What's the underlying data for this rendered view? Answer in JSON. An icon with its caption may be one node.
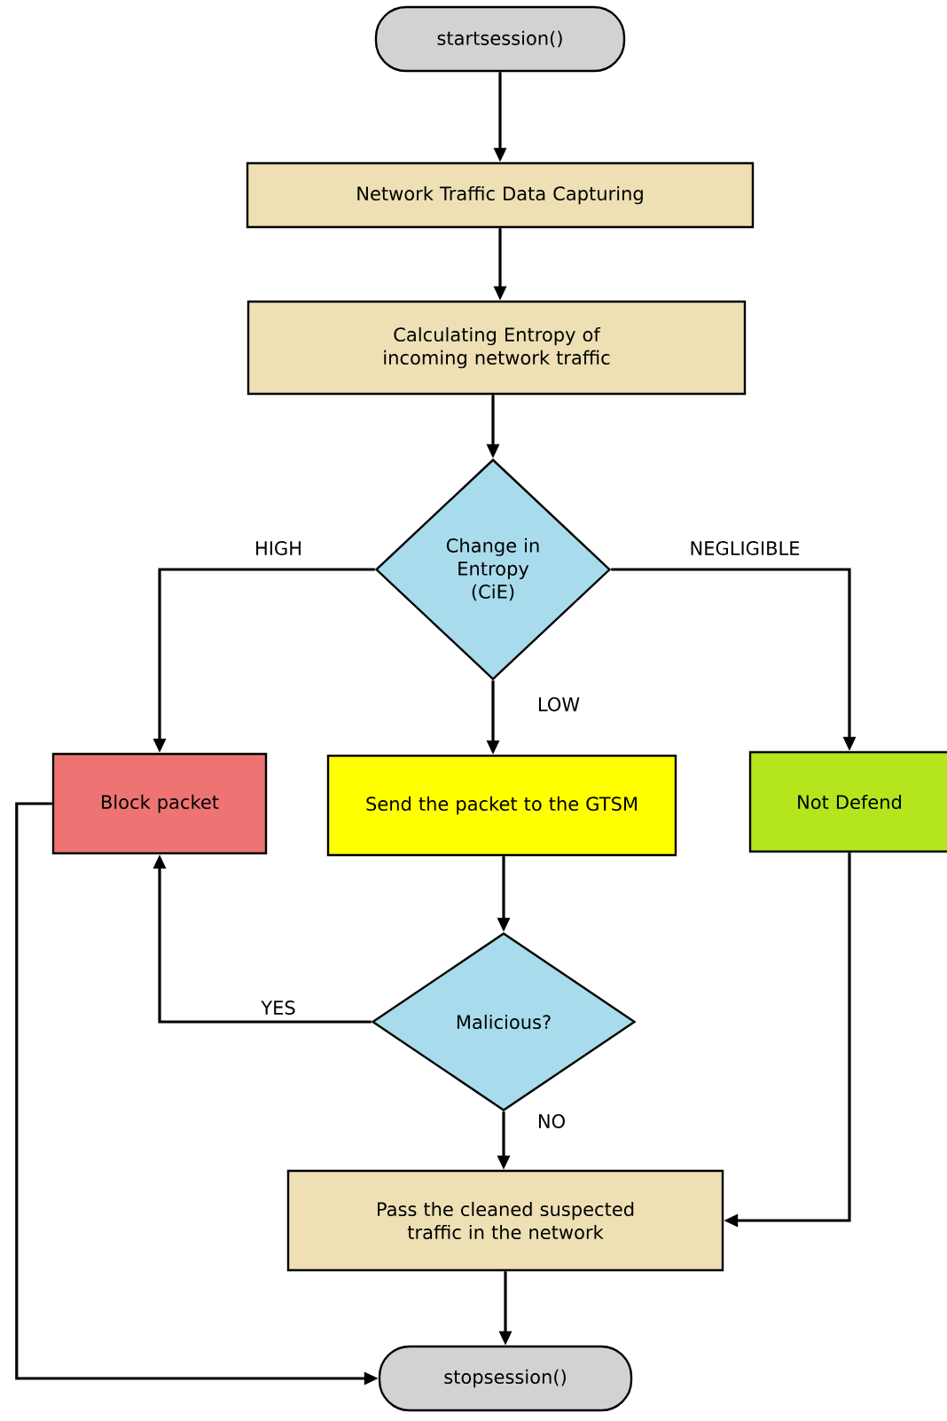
{
  "diagram": {
    "nodes": [
      {
        "text": [
          "startsession()"
        ]
      },
      {
        "text": [
          "Network Traffic Data Capturing"
        ]
      },
      {
        "text": [
          "Calculating Entropy of incoming network traffic"
        ]
      },
      {
        "text": [
          "Change in Entropy (CiE)"
        ]
      },
      {
        "text": [
          "Block packet"
        ]
      },
      {
        "text": [
          "Send the packet to the GTSM"
        ]
      },
      {
        "text": [
          "Not Defend"
        ]
      },
      {
        "text": [
          "Malicious?"
        ]
      },
      {
        "text": [
          "Pass the cleaned suspected traffic in the network"
        ]
      },
      {
        "text": [
          "stopsession()"
        ]
      }
    ],
    "edges": [
      {
        "from": 0,
        "to": 1,
        "arrow": "to"
      },
      {
        "from": 1,
        "to": 2,
        "arrow": "to"
      },
      {
        "from": 2,
        "to": 3,
        "arrow": "to"
      },
      {
        "from": 3,
        "to": 4,
        "arrow": "to",
        "label": "HIGH"
      },
      {
        "from": 3,
        "to": 6,
        "arrow": "to",
        "label": "NEGLIGIBLE"
      },
      {
        "from": 3,
        "to": 5,
        "arrow": "to",
        "label": "LOW"
      },
      {
        "from": 5,
        "to": 7,
        "arrow": "to"
      },
      {
        "from": 7,
        "to": 4,
        "arrow": "to",
        "label": "YES"
      },
      {
        "from": 7,
        "to": 8,
        "arrow": "to",
        "label": "NO"
      },
      {
        "from": 6,
        "to": 8,
        "arrow": "to"
      },
      {
        "from": 8,
        "to": 9,
        "arrow": "to"
      },
      {
        "from": 4,
        "to": 9,
        "arrow": "to"
      }
    ]
  }
}
